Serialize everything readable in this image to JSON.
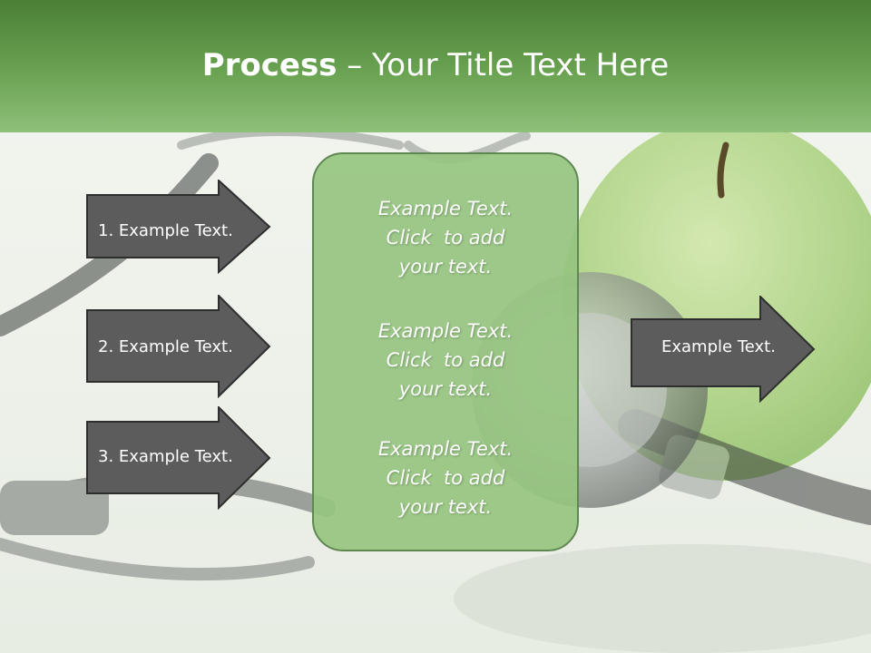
{
  "slide": {
    "title_bold": "Process",
    "title_rest": " – Your Title Text Here"
  },
  "left_arrows": [
    {
      "label": "1. Example Text."
    },
    {
      "label": "2. Example Text."
    },
    {
      "label": "3. Example Text."
    }
  ],
  "center_box": {
    "items": [
      {
        "lines": [
          "Example Text.",
          "Click  to add",
          "your text."
        ]
      },
      {
        "lines": [
          "Example Text.",
          "Click  to add",
          "your text."
        ]
      },
      {
        "lines": [
          "Example Text.",
          "Click  to add",
          "your text."
        ]
      }
    ]
  },
  "right_arrow": {
    "label": "Example Text."
  },
  "colors": {
    "header_green": "#5f9a48",
    "arrow_fill": "#5c5c5c",
    "box_green": "#9ac688"
  },
  "background_icons": [
    "stethoscope-image",
    "green-apple-image"
  ]
}
